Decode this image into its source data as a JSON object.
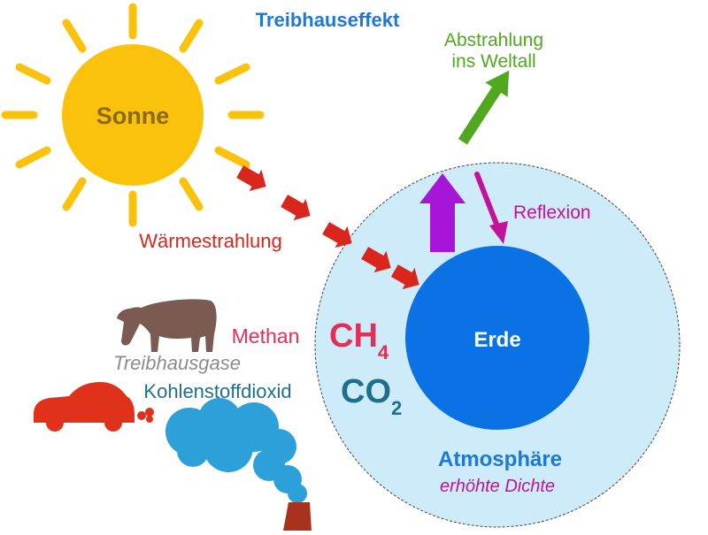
{
  "title": "Treibhauseffekt",
  "labels": {
    "sun": "Sonne",
    "heat_radiation": "Wärmestrahlung",
    "space_radiation_line1": "Abstrahlung",
    "space_radiation_line2": "ins Weltall",
    "reflection": "Reflexion",
    "earth": "Erde",
    "atmosphere": "Atmosphäre",
    "atmosphere_note": "erhöhte Dichte",
    "methane": "Methan",
    "greenhouse_gases": "Treibhausgase",
    "carbon_dioxide": "Kohlenstoffdioxid",
    "ch4_base": "CH",
    "ch4_sub": "4",
    "co2_base": "CO",
    "co2_sub": "2"
  },
  "colors": {
    "title": "#1f78d1",
    "sun": "#fbc20c",
    "sun_text": "#8a6a10",
    "heat_arrow": "#d9261c",
    "space_arrow": "#4fa81e",
    "up_arrow": "#a716d8",
    "reflection": "#c2129a",
    "atmosphere_fill": "#cdebf8",
    "earth": "#0b72e6",
    "methane": "#e22f5a",
    "gray_text": "#8c8c8c",
    "co2": "#1e6f8c",
    "cow": "#7b5a51",
    "car": "#e0321a",
    "smoke": "#2da0d9",
    "chimney": "#a9321e"
  }
}
